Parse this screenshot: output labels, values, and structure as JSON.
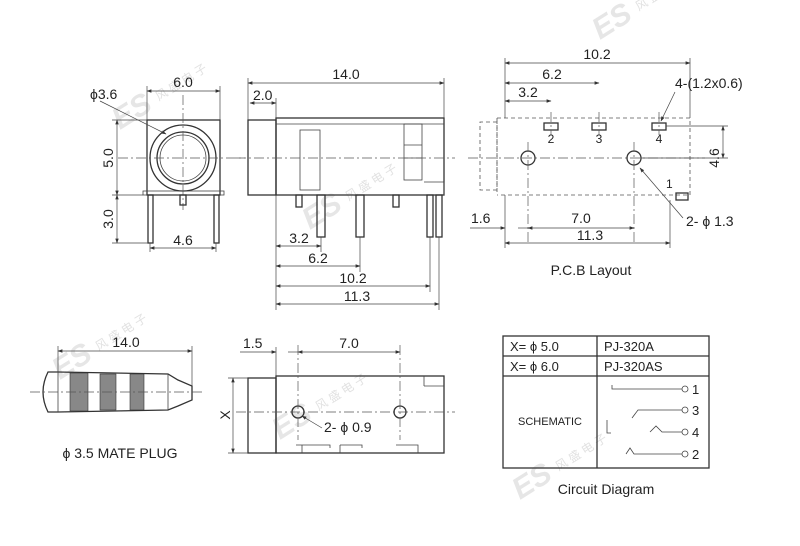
{
  "front_view": {
    "dia": "ϕ3.6",
    "width": "6.0",
    "height": "5.0",
    "pin_height": "3.0",
    "pin_span": "4.6"
  },
  "side_view": {
    "length": "14.0",
    "offset": "2.0",
    "d1": "3.2",
    "d2": "6.2",
    "d3": "10.2",
    "d4": "11.3"
  },
  "pcb": {
    "w1": "10.2",
    "w2": "6.2",
    "w3": "3.2",
    "slots": "4-(1.2x0.6)",
    "height": "4.6",
    "left": "1.6",
    "span": "7.0",
    "total": "11.3",
    "holes": "2- ϕ 1.3",
    "small": "1",
    "pin_labels": [
      "2",
      "3",
      "4"
    ],
    "caption": "P.C.B Layout"
  },
  "plug": {
    "length": "14.0",
    "caption": "ϕ 3.5 MATE PLUG"
  },
  "bottom_view": {
    "d1": "1.5",
    "d2": "7.0",
    "x": "X",
    "holes": "2- ϕ 0.9"
  },
  "table": {
    "rows": [
      {
        "left": "X= ϕ 5.0",
        "right": "PJ-320A"
      },
      {
        "left": "X= ϕ 6.0",
        "right": "PJ-320AS"
      }
    ],
    "schematic": "SCHEMATIC",
    "terminals": [
      "1",
      "3",
      "4",
      "2"
    ]
  },
  "circuit_caption": "Circuit Diagram",
  "watermark": {
    "logo": "ES",
    "text": "风 盛 电 子"
  }
}
